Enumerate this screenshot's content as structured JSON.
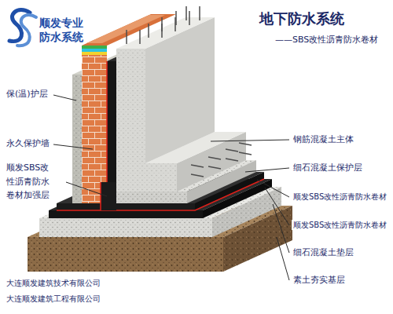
{
  "diagram": {
    "title": "地下防水系统",
    "labels": [
      "顺发专业 防水系统",
      "——SBS改性沥青防水卷材",
      "保(温)护层",
      "永久保护墙",
      "顺发SBS改 性沥青防水 卷材加强层",
      "钢筋混凝土主体",
      "细石混凝土保护层",
      "顺发SBS改性沥青防水卷材",
      "顺发SBS改性沥青防水卷材",
      "细石混凝土垫层",
      "素土夯实基层",
      "大连顺发建筑技术有限公司",
      "大连顺发建筑工程有限公司"
    ]
  }
}
